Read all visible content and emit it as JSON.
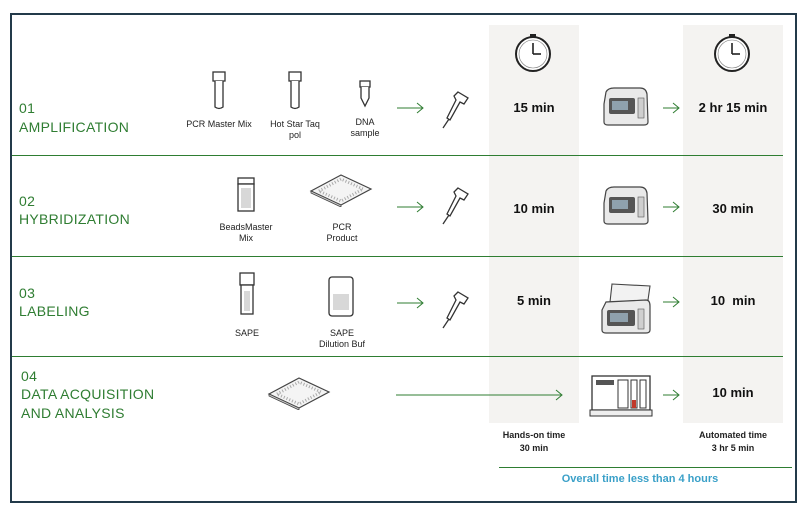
{
  "steps": [
    {
      "number": "01",
      "title": "AMPLIFICATION",
      "reagents": [
        "PCR Master Mix",
        "Hot Star Taq\npol",
        "DNA\nsample"
      ],
      "hands_on": "15 min",
      "automated": "2 hr 15 min"
    },
    {
      "number": "02",
      "title": "HYBRIDIZATION",
      "reagents": [
        "BeadsMaster\nMix",
        "PCR\nProduct"
      ],
      "hands_on": "10 min",
      "automated": "30 min"
    },
    {
      "number": "03",
      "title": "LABELING",
      "reagents": [
        "SAPE",
        "SAPE\nDilution Buf"
      ],
      "hands_on": "5 min",
      "automated": "10  min"
    },
    {
      "number": "04",
      "title": "DATA ACQUISITION\nAND ANALYSIS",
      "reagents": [],
      "hands_on": "",
      "automated": "10 min"
    }
  ],
  "summary": {
    "hands_on_label": "Hands-on time",
    "hands_on_total": "30 min",
    "automated_label": "Automated time",
    "automated_total": "3 hr 5 min",
    "overall": "Overall time less than 4 hours"
  },
  "colors": {
    "accent_green": "#2f7d32",
    "overall_blue": "#3aa0c8",
    "column_bg": "#f4f3f1",
    "frame": "#233a4a"
  },
  "icons": [
    "tube-icon",
    "pipette-icon",
    "clock-icon",
    "thermocycler-icon",
    "plate-icon",
    "well-icon",
    "scanner-icon",
    "arrow-icon"
  ]
}
